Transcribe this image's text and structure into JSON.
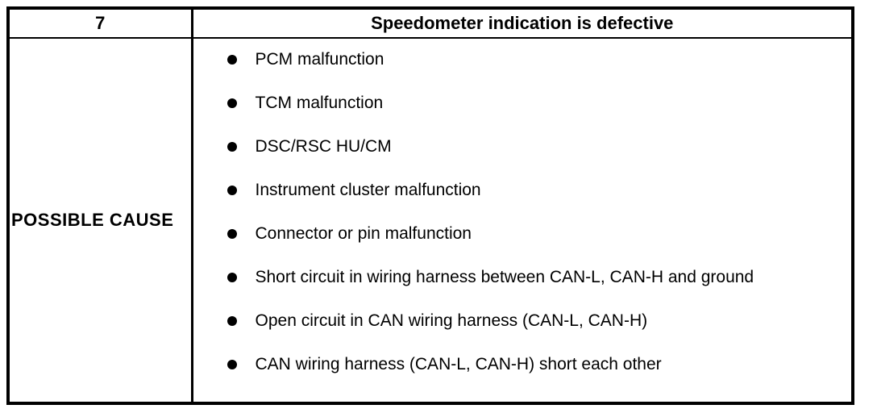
{
  "table": {
    "header": {
      "number": "7",
      "symptom": "Speedometer indication is defective"
    },
    "row_label": "POSSIBLE CAUSE",
    "bullet_icon": "filled-circle",
    "causes": [
      "PCM malfunction",
      "TCM malfunction",
      "DSC/RSC HU/CM",
      "Instrument cluster malfunction",
      "Connector or pin malfunction",
      "Short circuit in wiring harness between CAN-L, CAN-H and ground",
      "Open circuit in CAN wiring harness (CAN-L, CAN-H)",
      "CAN wiring harness (CAN-L, CAN-H) short each other"
    ],
    "colors": {
      "border": "#000000",
      "background": "#ffffff",
      "text": "#000000"
    }
  }
}
